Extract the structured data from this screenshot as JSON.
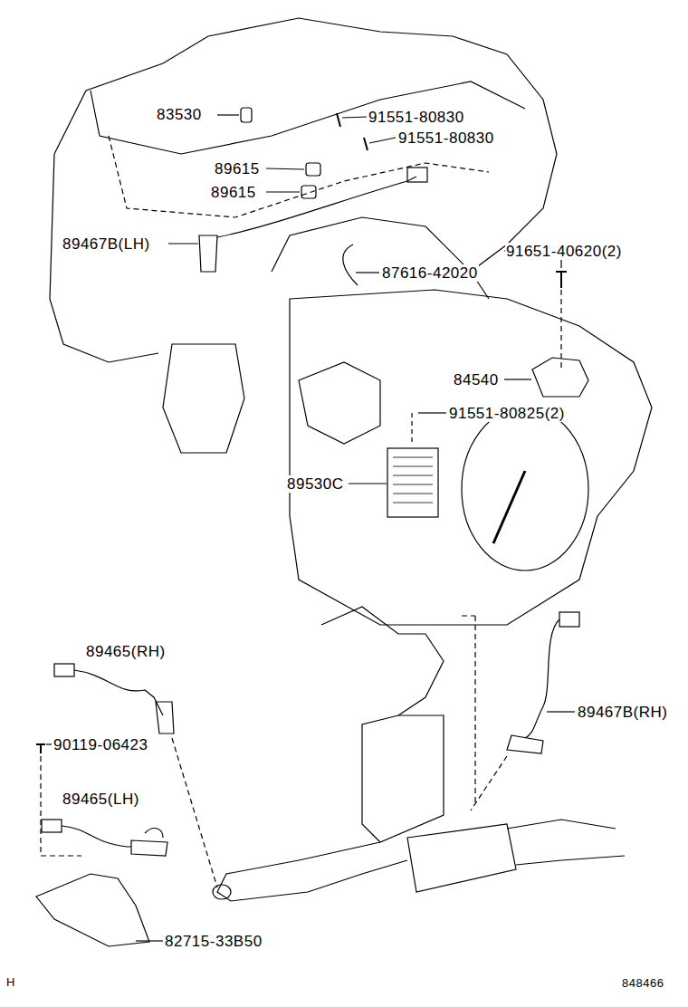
{
  "diagram": {
    "labels": [
      "83530",
      "91551-80830",
      "91551-80830",
      "89615",
      "89615",
      "89467B(LH)",
      "91651-40620(2)",
      "87616-42020",
      "84540",
      "91551-80825(2)",
      "89530C",
      "89465(RH)",
      "89467B(RH)",
      "90119-06423",
      "89465(LH)",
      "82715-33B50",
      "H",
      "848466"
    ]
  }
}
